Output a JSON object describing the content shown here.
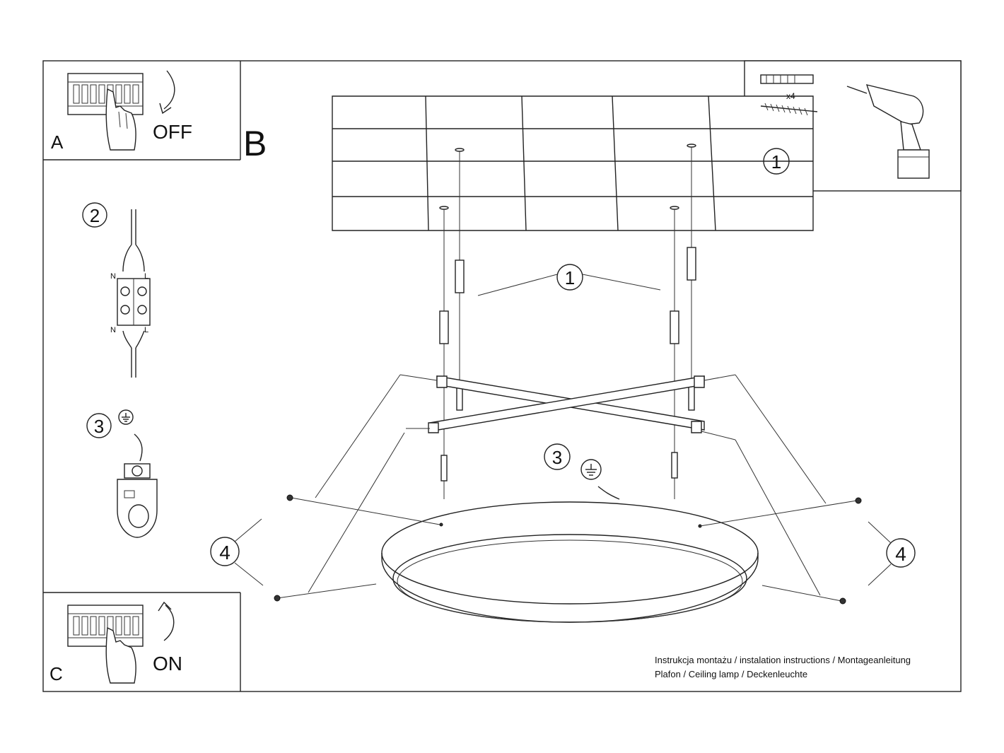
{
  "panels": {
    "a": {
      "letter": "A",
      "word": "OFF"
    },
    "b": {
      "letter": "B"
    },
    "c": {
      "letter": "C",
      "word": "ON"
    }
  },
  "steps": {
    "one": "1",
    "two": "2",
    "three": "3",
    "four": "4"
  },
  "terminal": {
    "n": "N",
    "l": "L"
  },
  "kit": {
    "quantity": "x4"
  },
  "footer": {
    "line1": "Instrukcja montażu / instalation instructions / Montageanleitung",
    "line2": "Plafon / Ceiling lamp / Deckenleuchte"
  }
}
